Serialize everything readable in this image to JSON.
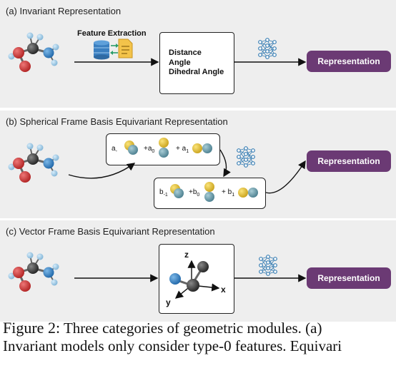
{
  "panel_a": {
    "title": "(a) Invariant Representation",
    "feature_extraction": "Feature Extraction",
    "features": [
      "Distance",
      "Angle",
      "Dihedral Angle"
    ],
    "output": "Representation"
  },
  "panel_b": {
    "title": "(b) Spherical Frame Basis Equivariant Representation",
    "a_terms": [
      "a",
      "+a",
      "+ a"
    ],
    "a_subs": [
      "-",
      "0",
      "1"
    ],
    "b_terms": [
      "b",
      "+b",
      "+ b"
    ],
    "b_subs": [
      "-1",
      "0",
      "1"
    ],
    "output": "Representation"
  },
  "panel_c": {
    "title": "(c) Vector Frame Basis Equivariant Representation",
    "axes": {
      "x": "x",
      "y": "y",
      "z": "z"
    },
    "output": "Representation"
  },
  "caption": {
    "figure_label": "Figure 2:",
    "line1": "Three categories of geometric modules. (a)",
    "line2": "Invariant models only consider type-0 features. Equivari"
  },
  "colors": {
    "panel_bg": "#eeeeee",
    "representation_box": "#6b3a74",
    "atom_oxygen": "#cc3333",
    "atom_carbon": "#444444",
    "atom_nitrogen": "#3a86c8",
    "atom_hydrogen": "#9cc7e3",
    "orbital_yellow": "#e8c73a",
    "orbital_teal": "#5f97a6"
  },
  "icons": [
    "molecule-icon",
    "database-icon",
    "document-icon",
    "neural-network-icon",
    "orbital-icon"
  ]
}
